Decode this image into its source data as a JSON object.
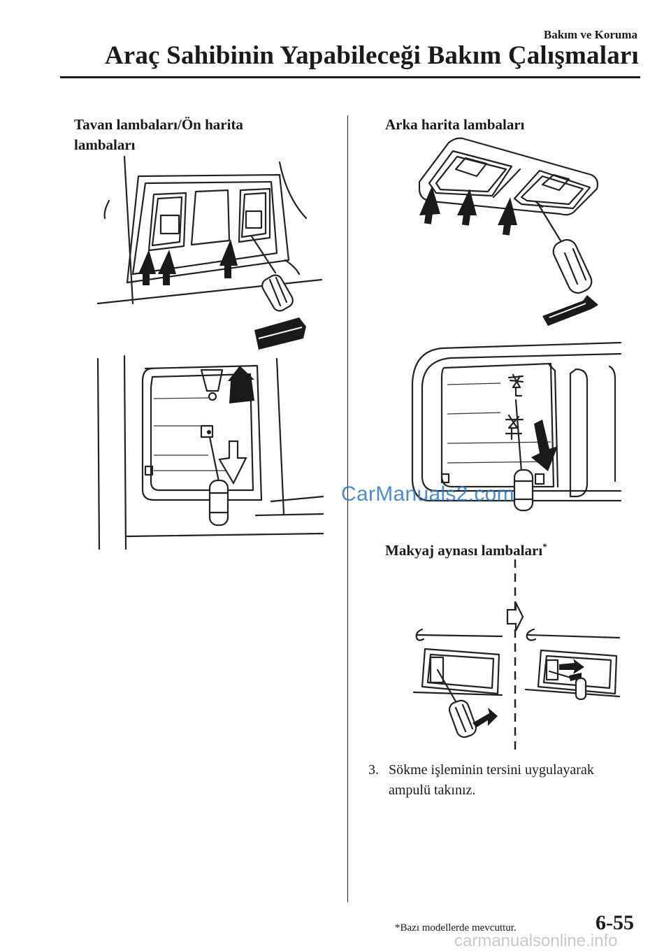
{
  "header": {
    "section": "Bakım ve Koruma",
    "title": "Araç Sahibinin Yapabileceği Bakım Çalışmaları"
  },
  "left": {
    "heading": "Tavan lambaları/Ön harita lambaları"
  },
  "right": {
    "heading_rear": "Arka harita lambaları",
    "heading_mirror": "Makyaj aynası lambaları",
    "mirror_mark": "*"
  },
  "steps": [
    {
      "number": "3.",
      "text": "Sökme işleminin tersini uygulayarak ampulü takınız."
    }
  ],
  "footer": {
    "footnote": "*Bazı modellerde mevcuttur.",
    "page_number": "6-55"
  },
  "watermarks": {
    "center": "CarManuals2.com",
    "bottom": "carmanualsonline.info"
  }
}
